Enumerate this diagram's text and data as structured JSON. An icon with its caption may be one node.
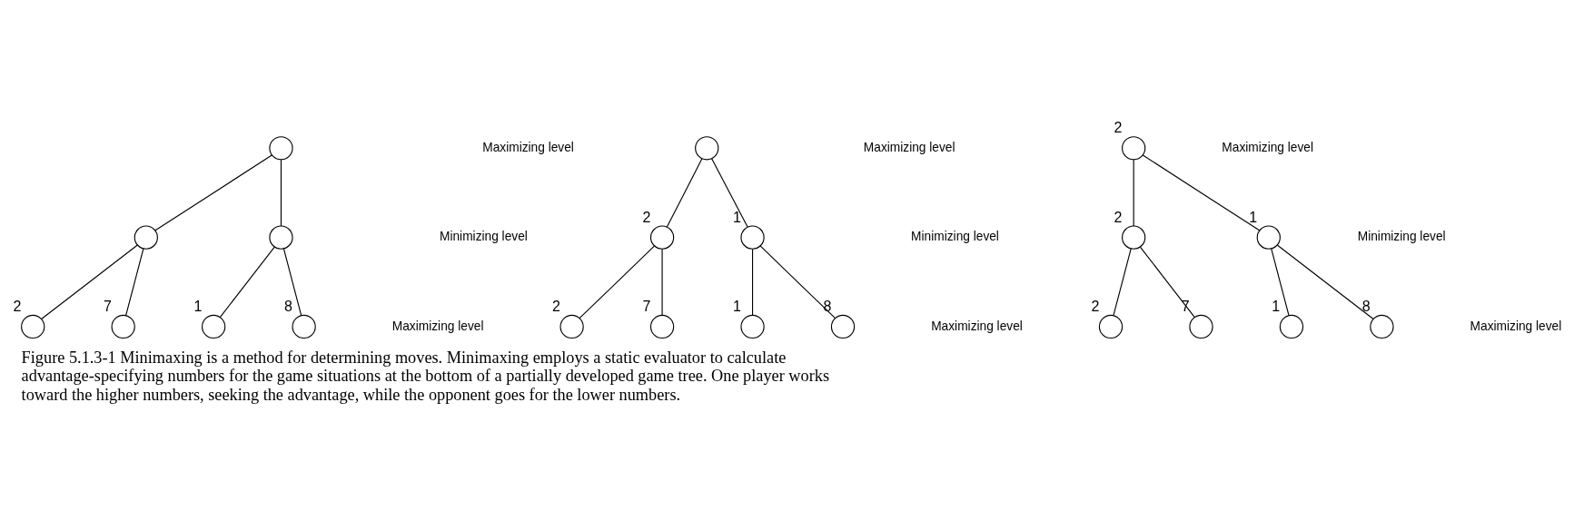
{
  "diagram": {
    "caption": "Figure 5.1.3-1 Minimaxing is a method for determining moves. Minimaxing employs a static evaluator to calculate advantage-specifying numbers for the game situations at the bottom of a partially developed game tree. One player works toward the higher numbers, seeking the advantage, while the opponent goes for the lower numbers.",
    "nodes": [
      {
        "text": [],
        "shape": "circle"
      },
      {
        "text": [],
        "shape": "circle"
      },
      {
        "text": [],
        "shape": "circle"
      },
      {
        "text": [],
        "shape": "circle",
        "beside": [
          "2"
        ]
      },
      {
        "text": [],
        "shape": "circle",
        "beside": [
          "7"
        ]
      },
      {
        "text": [],
        "shape": "circle",
        "beside": [
          "1"
        ]
      },
      {
        "text": [],
        "shape": "circle",
        "beside": [
          "8"
        ]
      },
      {
        "text": [],
        "shape": "circle"
      },
      {
        "text": [],
        "shape": "circle",
        "beside": [
          "2"
        ]
      },
      {
        "text": [],
        "shape": "circle",
        "beside": [
          "1"
        ]
      },
      {
        "text": [],
        "shape": "circle",
        "beside": [
          "2"
        ]
      },
      {
        "text": [],
        "shape": "circle",
        "beside": [
          "7"
        ]
      },
      {
        "text": [],
        "shape": "circle",
        "beside": [
          "1"
        ]
      },
      {
        "text": [],
        "shape": "circle",
        "beside": [
          "8"
        ]
      },
      {
        "text": [],
        "shape": "circle",
        "beside": [
          "2"
        ]
      },
      {
        "text": [],
        "shape": "circle",
        "beside": [
          "2"
        ]
      },
      {
        "text": [],
        "shape": "circle",
        "beside": [
          "1"
        ]
      },
      {
        "text": [],
        "shape": "circle",
        "beside": [
          "2"
        ]
      },
      {
        "text": [],
        "shape": "circle",
        "beside": [
          "7"
        ]
      },
      {
        "text": [],
        "shape": "circle",
        "beside": [
          "1"
        ]
      },
      {
        "text": [],
        "shape": "circle",
        "beside": [
          "8"
        ]
      }
    ],
    "edges": [
      {
        "from": 0,
        "to": 1,
        "arrow": "none"
      },
      {
        "from": 0,
        "to": 2,
        "arrow": "none"
      },
      {
        "from": 1,
        "to": 3,
        "arrow": "none"
      },
      {
        "from": 1,
        "to": 4,
        "arrow": "none"
      },
      {
        "from": 2,
        "to": 5,
        "arrow": "none"
      },
      {
        "from": 2,
        "to": 6,
        "arrow": "none"
      },
      {
        "from": 7,
        "to": 8,
        "arrow": "none"
      },
      {
        "from": 7,
        "to": 9,
        "arrow": "none"
      },
      {
        "from": 8,
        "to": 10,
        "arrow": "none"
      },
      {
        "from": 8,
        "to": 11,
        "arrow": "none"
      },
      {
        "from": 9,
        "to": 12,
        "arrow": "none"
      },
      {
        "from": 9,
        "to": 13,
        "arrow": "none"
      },
      {
        "from": 14,
        "to": 15,
        "arrow": "none"
      },
      {
        "from": 14,
        "to": 16,
        "arrow": "none"
      },
      {
        "from": 15,
        "to": 17,
        "arrow": "none"
      },
      {
        "from": 15,
        "to": 18,
        "arrow": "none"
      },
      {
        "from": 16,
        "to": 19,
        "arrow": "none"
      },
      {
        "from": 16,
        "to": 20,
        "arrow": "none"
      }
    ],
    "labels": [
      "Maximizing level",
      "Minimizing level",
      "Maximizing level",
      "Maximizing level",
      "Minimizing level",
      "Maximizing level",
      "Maximizing level",
      "Minimizing level",
      "Maximizing level"
    ]
  }
}
